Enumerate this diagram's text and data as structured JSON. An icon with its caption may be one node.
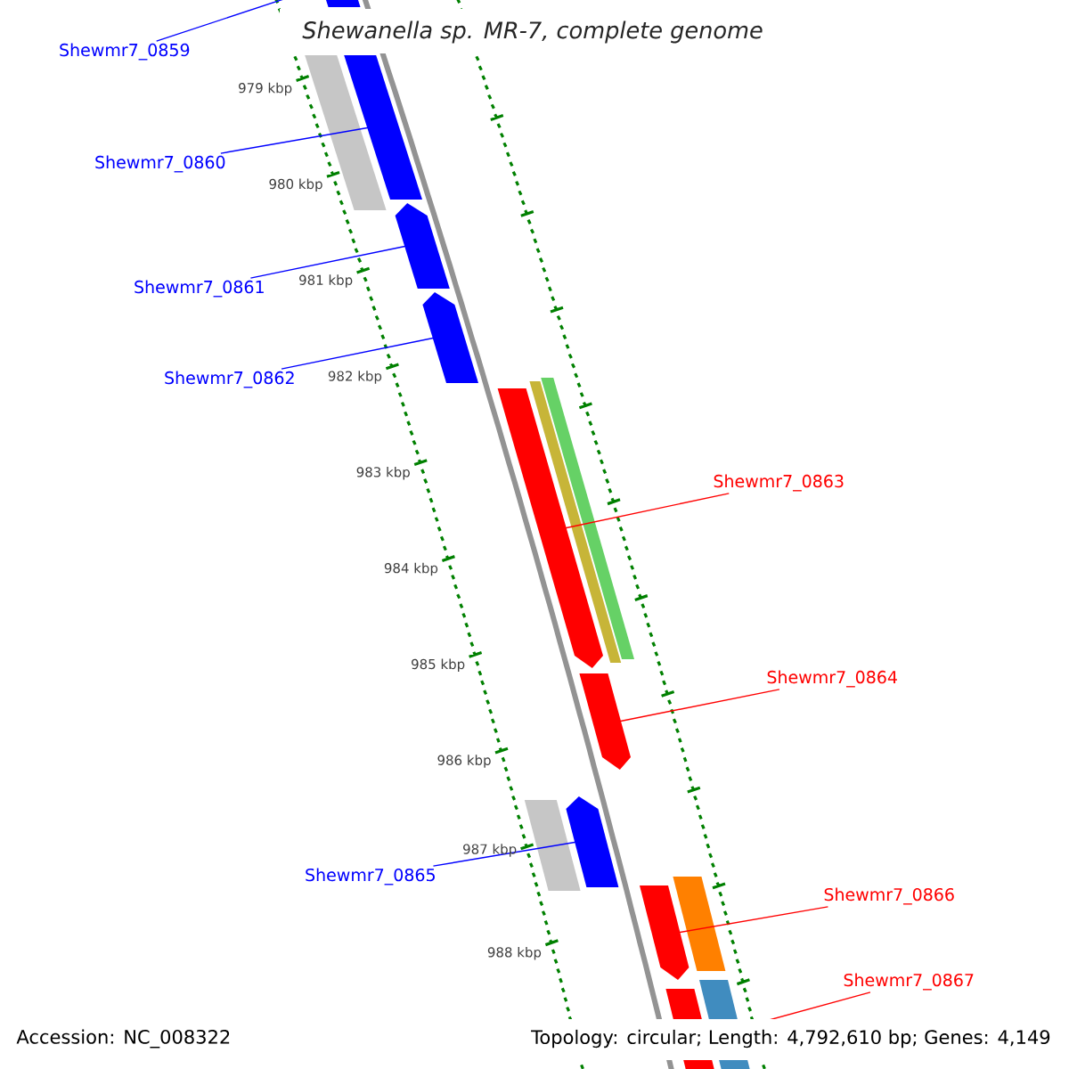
{
  "diagram": {
    "title": "Shewanella sp. MR-7, complete genome",
    "nodes": [
      {
        "text": [
          "Shewmr7_0859"
        ]
      },
      {
        "text": [
          "Shewmr7_0860"
        ]
      },
      {
        "text": [
          "Shewmr7_0861"
        ]
      },
      {
        "text": [
          "Shewmr7_0862"
        ]
      },
      {
        "text": [
          "Shewmr7_0863"
        ]
      },
      {
        "text": [
          "Shewmr7_0864"
        ]
      },
      {
        "text": [
          "Shewmr7_0865"
        ]
      },
      {
        "text": [
          "Shewmr7_0866"
        ]
      },
      {
        "text": [
          "Shewmr7_0867"
        ]
      },
      {
        "text": [],
        "shape": "bar"
      },
      {
        "text": [],
        "shape": "bar"
      },
      {
        "text": [],
        "shape": "bar"
      },
      {
        "text": [],
        "shape": "bar"
      },
      {
        "text": [],
        "shape": "bar"
      },
      {
        "text": [],
        "shape": "bar"
      },
      {
        "text": [],
        "shape": "bar"
      },
      {
        "text": [],
        "shape": "bar"
      },
      {
        "text": [],
        "shape": "bar"
      },
      {
        "text": [],
        "shape": "bar"
      },
      {
        "text": [],
        "shape": "bar"
      },
      {
        "text": [],
        "shape": "bar"
      },
      {
        "text": [],
        "shape": "bar"
      },
      {
        "text": [],
        "shape": "bar"
      },
      {
        "text": [],
        "shape": "bar"
      }
    ],
    "edges": [
      {
        "from": 0,
        "to": 9,
        "arrow": "none"
      },
      {
        "from": 1,
        "to": 10,
        "arrow": "none"
      },
      {
        "from": 2,
        "to": 11,
        "arrow": "none"
      },
      {
        "from": 3,
        "to": 12,
        "arrow": "none"
      },
      {
        "from": 4,
        "to": 13,
        "arrow": "none",
        "color": "#ff0000"
      },
      {
        "from": 5,
        "to": 14,
        "arrow": "none",
        "color": "#ff0000"
      },
      {
        "from": 6,
        "to": 15,
        "arrow": "none"
      },
      {
        "from": 7,
        "to": 16,
        "arrow": "none",
        "color": "#ff0000"
      },
      {
        "from": 8,
        "to": 17,
        "arrow": "none",
        "color": "#ff0000"
      }
    ],
    "labels": [
      "979 kbp",
      "980 kbp",
      "981 kbp",
      "982 kbp",
      "983 kbp",
      "984 kbp",
      "985 kbp",
      "986 kbp",
      "987 kbp",
      "988 kbp",
      "Accession: NC_008322",
      "Topology: circular; Length: 4,792,610 bp; Genes: 4,149"
    ]
  }
}
